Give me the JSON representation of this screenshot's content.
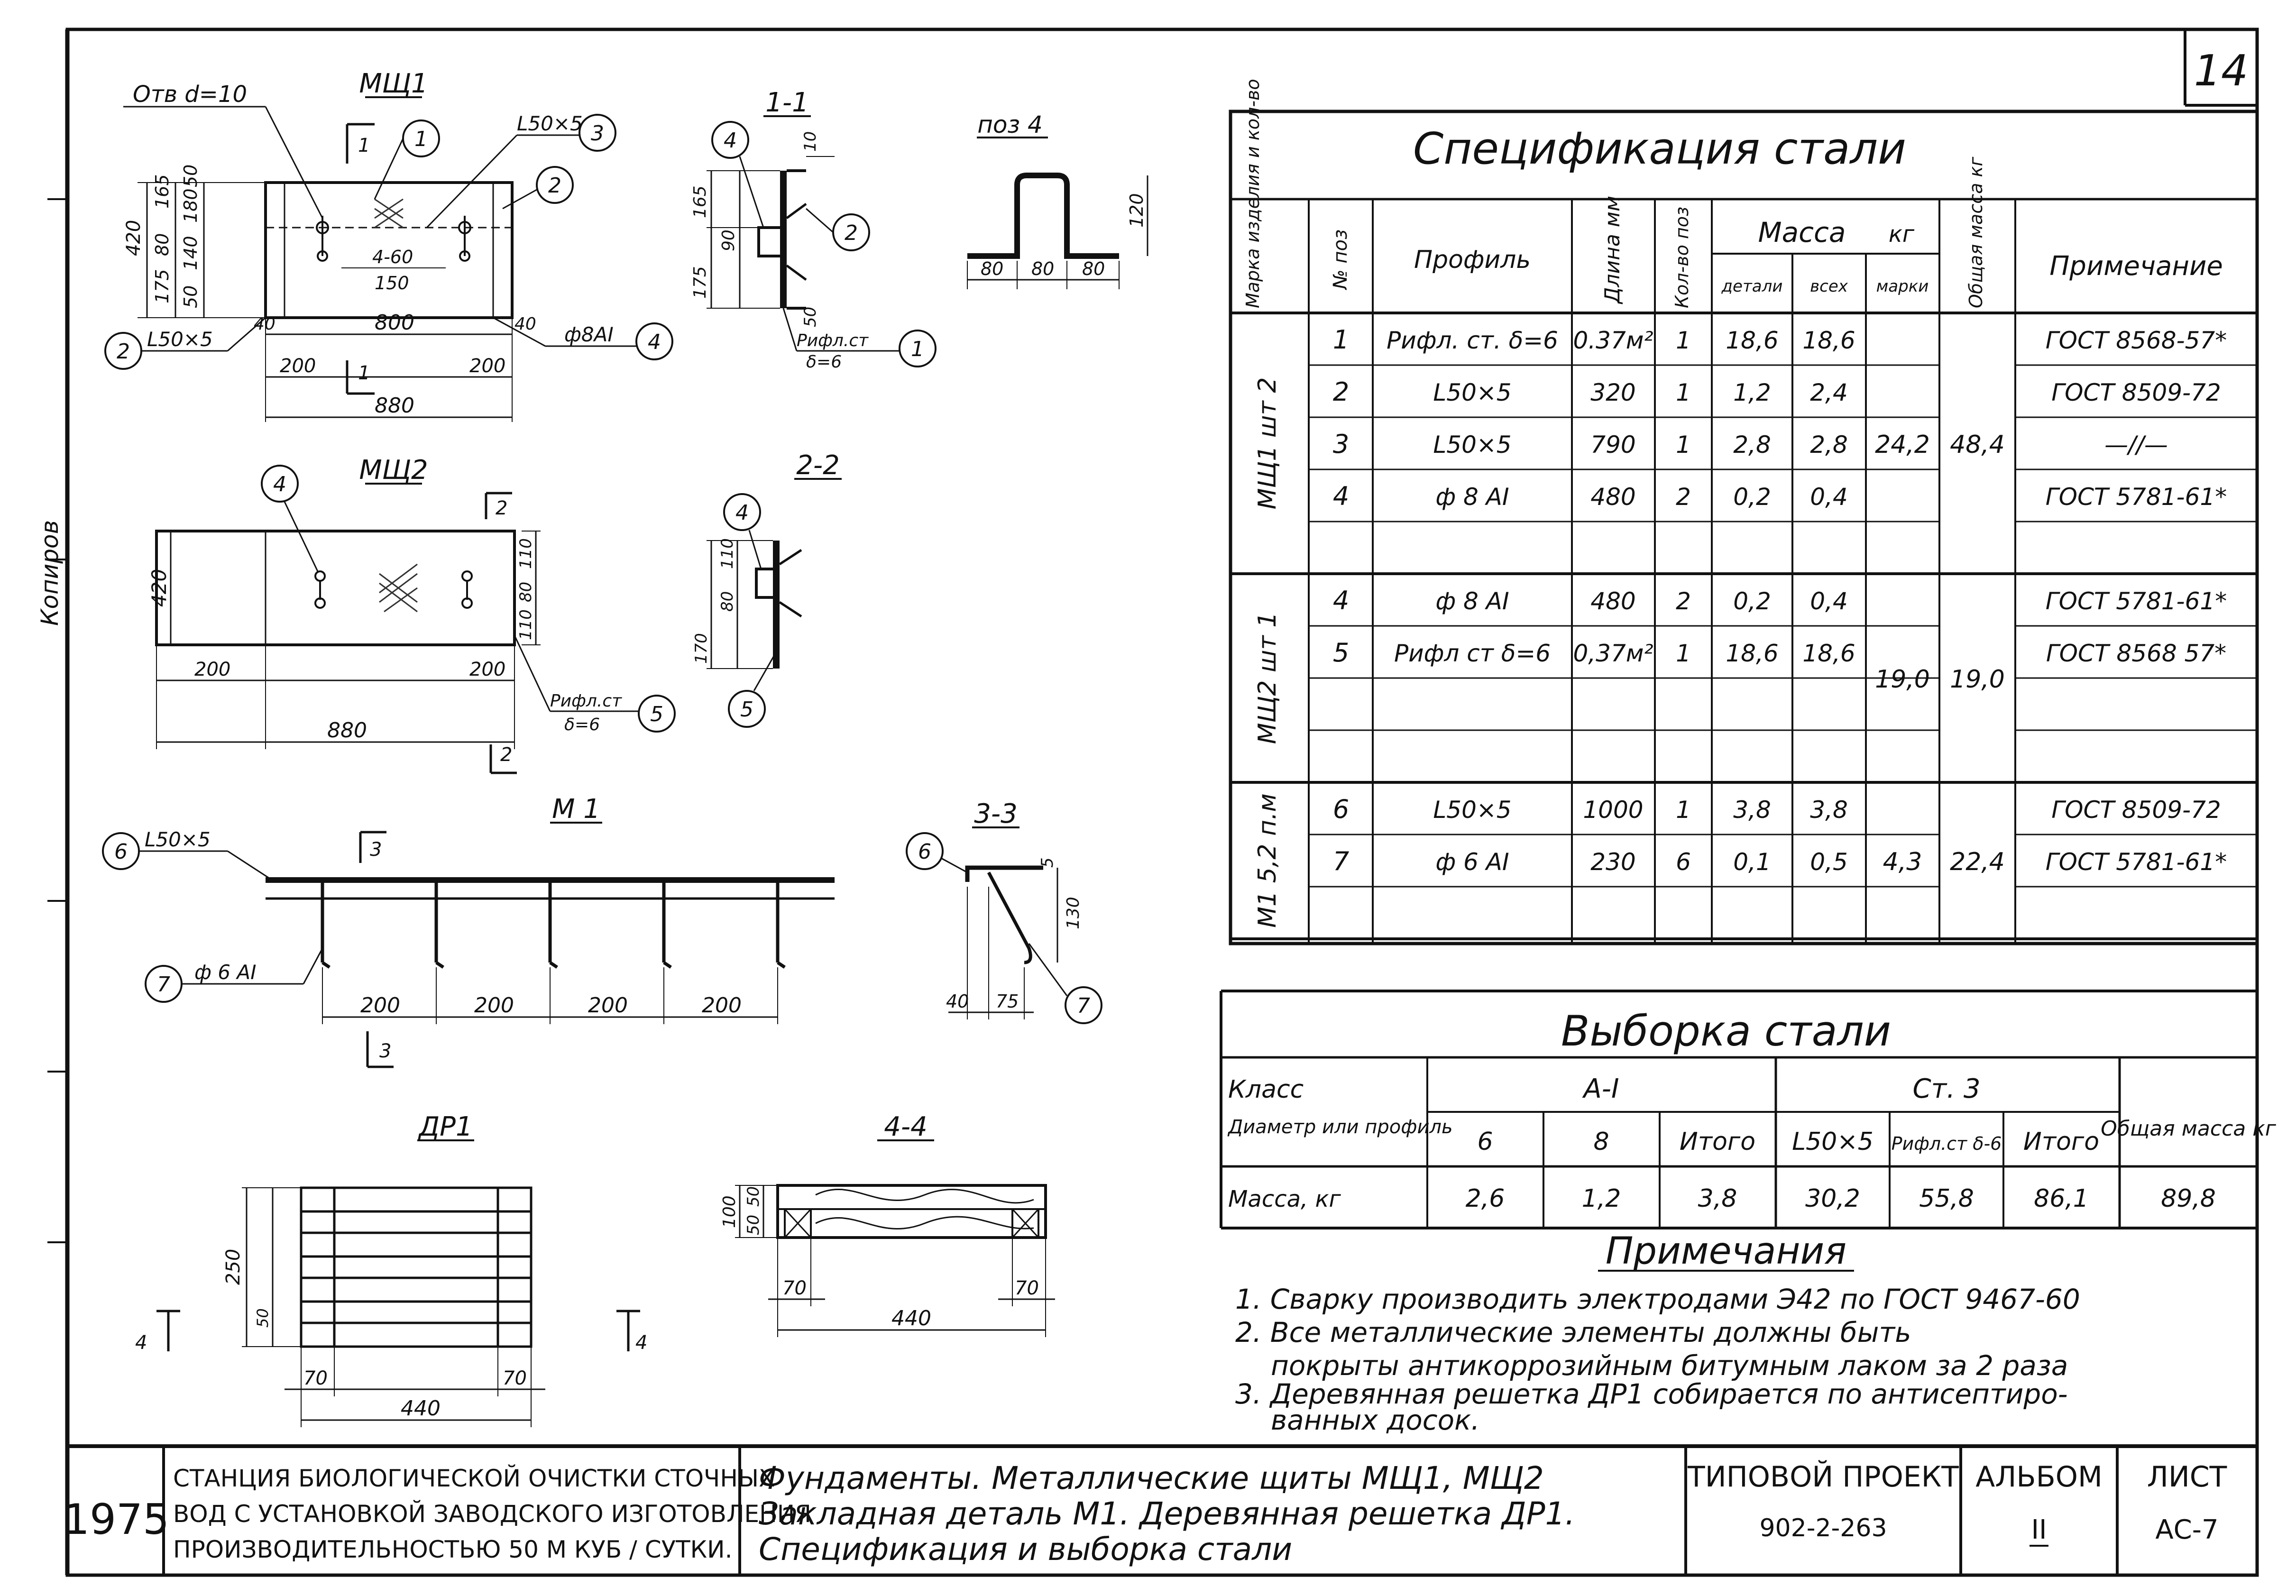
{
  "sheet_number": "14",
  "side_stamp": "Копиров",
  "drawings": {
    "mshch1": {
      "title": "МЩ1",
      "hole_note": "Отв d=10",
      "section_mark": "1",
      "pos_labels": [
        "1",
        "2",
        "3",
        "4",
        "2"
      ],
      "angle_top": "L50×5",
      "angle_bottom": "L50×5",
      "rod_label": "ф8АI",
      "dims_vertical": [
        "420",
        "175",
        "80",
        "165",
        "50",
        "140",
        "180",
        "50"
      ],
      "dims_inner": [
        "4-60",
        "150"
      ],
      "dims_bottom": [
        "40",
        "800",
        "40",
        "200",
        "200",
        "880"
      ]
    },
    "section_1_1": {
      "title": "1-1",
      "pos_labels": [
        "4",
        "2",
        "1"
      ],
      "dims": [
        "165",
        "90",
        "175",
        "10",
        "50"
      ],
      "sheet_label": [
        "Рифл.ст",
        "δ=6"
      ]
    },
    "pos4": {
      "title": "поз 4",
      "dims": [
        "80",
        "80",
        "80",
        "120"
      ]
    },
    "mshch2": {
      "title": "МЩ2",
      "pos_labels": [
        "4",
        "5"
      ],
      "section_mark": "2",
      "dims": [
        "420",
        "110",
        "80",
        "110",
        "200",
        "200",
        "880"
      ],
      "sheet_label": [
        "Рифл.ст",
        "δ=6"
      ]
    },
    "section_2_2": {
      "title": "2-2",
      "pos_labels": [
        "4",
        "5"
      ],
      "dims": [
        "170",
        "80",
        "110"
      ]
    },
    "m1": {
      "title": "М 1",
      "section_mark": "3",
      "pos_labels": [
        "6",
        "7"
      ],
      "angle_label": "L50×5",
      "rod_label": "ф 6 АI",
      "dims": [
        "200",
        "200",
        "200",
        "200"
      ]
    },
    "section_3_3": {
      "title": "3-3",
      "pos_labels": [
        "6",
        "7"
      ],
      "dims": [
        "5",
        "130",
        "40",
        "75"
      ]
    },
    "dr1": {
      "title": "ДР1",
      "section_mark": "4",
      "dims": [
        "250",
        "50",
        "70",
        "440",
        "70"
      ]
    },
    "section_4_4": {
      "title": "4-4",
      "dims": [
        "100",
        "50",
        "50",
        "70",
        "70",
        "440"
      ]
    }
  },
  "spec": {
    "title": "Спецификация стали",
    "headers": {
      "mark": "Марка изделия и кол-во",
      "pos": "№ поз",
      "profile": "Профиль",
      "length": "Длина мм",
      "qty": "Кол-во поз",
      "mass": "Масса",
      "mass_unit": "кг",
      "detail": "детали",
      "all": "всех",
      "marks": "марки",
      "total": "Общая масса кг",
      "note": "Примечание"
    },
    "groups": [
      {
        "mark": "МЩ1 шт 2",
        "rows": [
          {
            "pos": "1",
            "profile": "Рифл. ст. δ=6",
            "length": "0.37м²",
            "qty": "1",
            "detail": "18,6",
            "all": "18,6",
            "note": "ГОСТ 8568-57*"
          },
          {
            "pos": "2",
            "profile": "L50×5",
            "length": "320",
            "qty": "1",
            "detail": "1,2",
            "all": "2,4",
            "note": "ГОСТ 8509-72"
          },
          {
            "pos": "3",
            "profile": "L50×5",
            "length": "790",
            "qty": "1",
            "detail": "2,8",
            "all": "2,8",
            "note": "—//—"
          },
          {
            "pos": "4",
            "profile": "ф 8 АI",
            "length": "480",
            "qty": "2",
            "detail": "0,2",
            "all": "0,4",
            "note": "ГОСТ 5781-61*"
          }
        ],
        "mass_mark": "24,2",
        "total": "48,4"
      },
      {
        "mark": "МЩ2 шт 1",
        "rows": [
          {
            "pos": "4",
            "profile": "ф 8 АI",
            "length": "480",
            "qty": "2",
            "detail": "0,2",
            "all": "0,4",
            "note": "ГОСТ 5781-61*"
          },
          {
            "pos": "5",
            "profile": "Рифл ст δ=6",
            "length": "0,37м²",
            "qty": "1",
            "detail": "18,6",
            "all": "18,6",
            "note": "ГОСТ 8568 57*"
          }
        ],
        "mass_mark": "19,0",
        "total": "19,0"
      },
      {
        "mark": "М1 5,2 п.м",
        "rows": [
          {
            "pos": "6",
            "profile": "L50×5",
            "length": "1000",
            "qty": "1",
            "detail": "3,8",
            "all": "3,8",
            "note": "ГОСТ 8509-72"
          },
          {
            "pos": "7",
            "profile": "ф 6 АI",
            "length": "230",
            "qty": "6",
            "detail": "0,1",
            "all": "0,5",
            "note": "ГОСТ 5781-61*"
          }
        ],
        "mass_mark": "4,3",
        "total": "22,4"
      }
    ]
  },
  "selection": {
    "title": "Выборка стали",
    "class_label": "Класс",
    "diam_label": "Диаметр или профиль",
    "mass_label": "Масса, кг",
    "a1": "А-I",
    "st3": "Ст. 3",
    "total_label": "Общая масса кг",
    "cols": [
      "6",
      "8",
      "Итого",
      "L50×5",
      "Рифл.ст δ-6",
      "Итого"
    ],
    "values": [
      "2,6",
      "1,2",
      "3,8",
      "30,2",
      "55,8",
      "86,1"
    ],
    "total": "89,8"
  },
  "notes": {
    "title": "Примечания",
    "lines": [
      "1. Сварку производить электродами Э42 по ГОСТ 9467-60",
      "2. Все металлические элементы должны быть",
      "покрыты антикоррозийным битумным лаком за 2 раза",
      "3. Деревянная решетка ДР1 собирается по антисептиро-",
      "ванных досок."
    ]
  },
  "title_block": {
    "year": "1975",
    "org_lines": [
      "СТАНЦИЯ БИОЛОГИЧЕСКОЙ ОЧИСТКИ СТОЧНЫХ",
      "ВОД С УСТАНОВКОЙ ЗАВОДСКОГО ИЗГОТОВЛЕНИЯ",
      "ПРОИЗВОДИТЕЛЬНОСТЬЮ 50 М КУБ / СУТКИ."
    ],
    "desc_lines": [
      "Фундаменты. Металлические щиты МЩ1, МЩ2",
      "Закладная деталь М1. Деревянная решетка ДР1.",
      "Спецификация и выборка стали"
    ],
    "project_label": "ТИПОВОЙ ПРОЕКТ",
    "project_number": "902-2-263",
    "album_label": "АЛЬБОМ",
    "album_number": "II",
    "sheet_label": "ЛИСТ",
    "sheet_code": "АС-7"
  }
}
